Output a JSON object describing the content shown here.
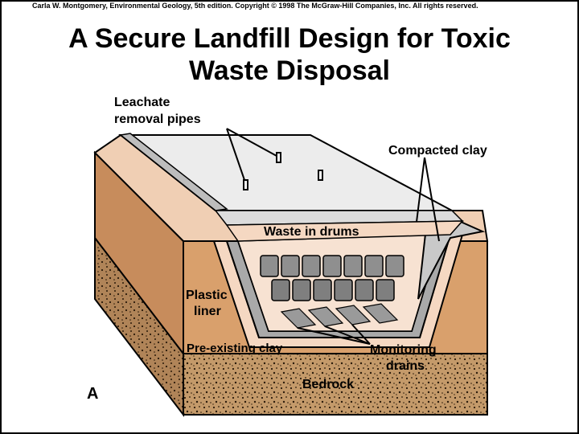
{
  "header": {
    "copyright": "Carla W. Montgomery, Environmental Geology, 5th edition. Copyright © 1998 The McGraw-Hill Companies, Inc. All rights reserved.",
    "title_line1": "A Secure Landfill Design for Toxic",
    "title_line2": "Waste Disposal"
  },
  "labels": {
    "leachate_line1": "Leachate",
    "leachate_line2": "removal pipes",
    "compacted_clay": "Compacted clay",
    "waste_in_drums": "Waste in drums",
    "plastic_line1": "Plastic",
    "plastic_line2": "liner",
    "pre_existing_clay": "Pre-existing clay",
    "monitoring_line1": "Monitoring",
    "monitoring_line2": "drains",
    "bedrock": "Bedrock",
    "figure_letter": "A"
  },
  "colors": {
    "clay": "#d9a06c",
    "light_clay": "#f5d8c2",
    "bedrock": "#b98d5e",
    "liner": "#a9a9a9",
    "cap": "#e9e9e9",
    "drum": "#8f8f8f",
    "outline": "#000000"
  }
}
